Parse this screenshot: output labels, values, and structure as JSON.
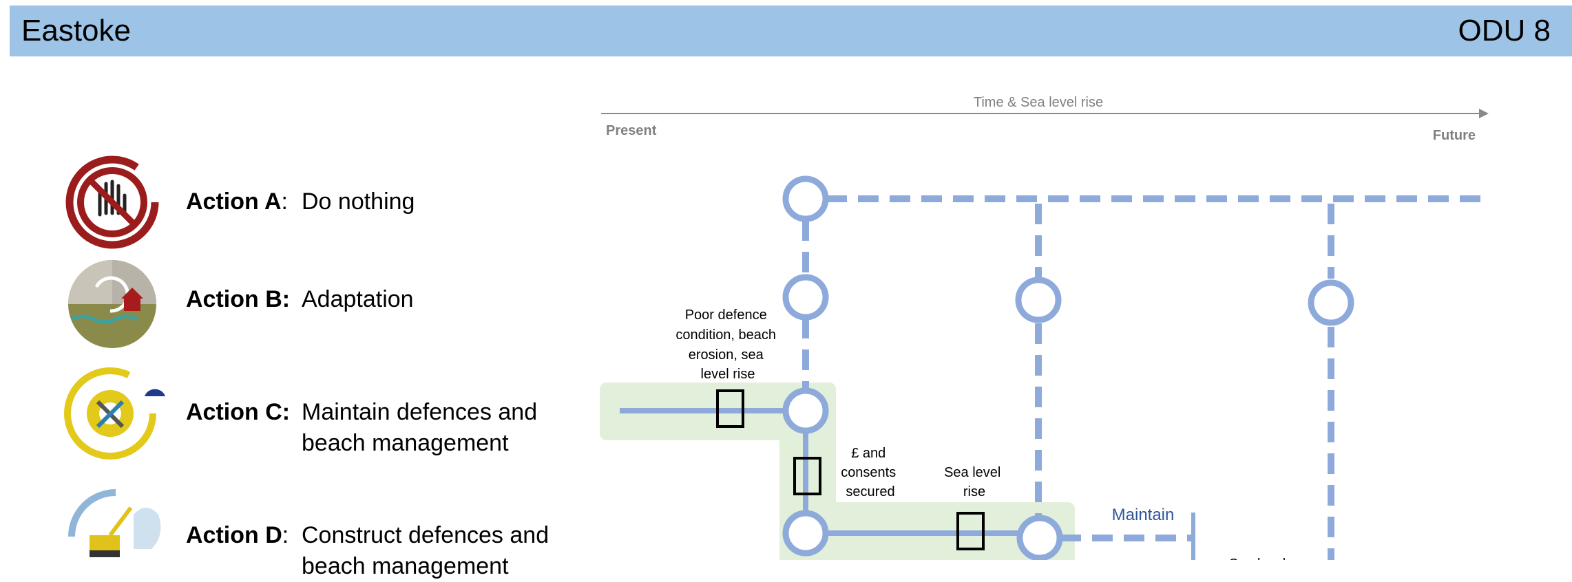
{
  "header": {
    "title": "Eastoke",
    "code": "ODU 8"
  },
  "actions": [
    {
      "label": "Action A",
      "sep": ":",
      "description": "Do nothing",
      "icon": "no-hand-icon",
      "color": "#9b1c1c"
    },
    {
      "label": "Action B:",
      "sep": "",
      "description": "Adaptation",
      "icon": "house-flood-icon",
      "color": "#8a8b4a"
    },
    {
      "label": "Action C:",
      "sep": "",
      "description": "Maintain defences and beach management",
      "icon": "gear-tools-icon",
      "color": "#e2c91a"
    },
    {
      "label": "Action D",
      "sep": ":",
      "description": "Construct defences and beach management",
      "icon": "construction-wave-icon",
      "color": "#8fb6d9"
    }
  ],
  "timeline": {
    "label": "Time & Sea level rise",
    "start": "Present",
    "end": "Future"
  },
  "diagram": {
    "triggers": [
      "Poor defence condition, beach erosion, sea level rise",
      "£ and consents secured",
      "Sea level rise"
    ],
    "maintain_label": "Maintain",
    "colors": {
      "line": "#8eaadb",
      "highlight": "#e2efda",
      "label": "#2f5597"
    }
  }
}
